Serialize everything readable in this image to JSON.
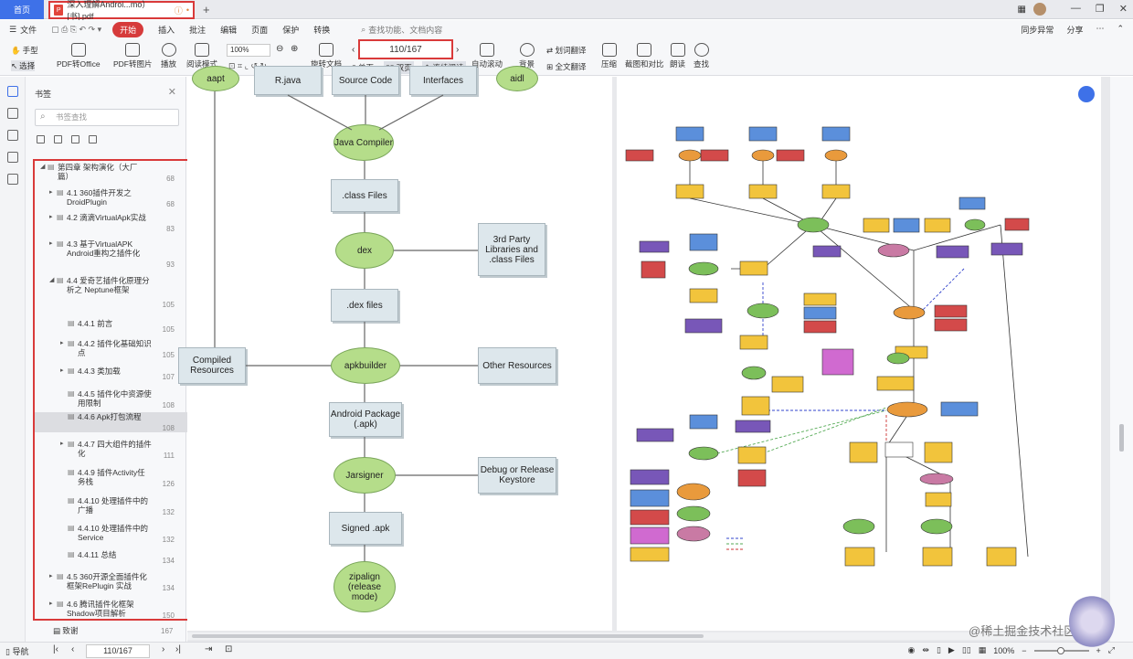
{
  "titlebar": {
    "home_tab": "首页",
    "doc_tab": "深入理解Androi...mo）[书].pdf",
    "doc_tab_badge": "ⓘ"
  },
  "menubar": {
    "file": "文件",
    "start": "开始",
    "items": [
      "插入",
      "批注",
      "编辑",
      "页面",
      "保护",
      "转换"
    ],
    "search_placeholder": "查找功能、文档内容",
    "right": [
      "同步异常",
      "分享"
    ]
  },
  "toolbar": {
    "hand": "手型",
    "select": "选择",
    "pdf_to_office": "PDF转Office",
    "pdf_to_image": "PDF转图片",
    "play": "播放",
    "read_mode": "阅读模式",
    "zoom": "100%",
    "rotate": "旋转文档",
    "single": "单页",
    "double": "双页",
    "continuous": "连续阅读",
    "page_indicator": "110/167",
    "auto_scroll": "自动滚动",
    "background": "背景",
    "translate_word": "划词翻译",
    "translate_all": "全文翻译",
    "compress": "压缩",
    "screenshot": "截图和对比",
    "read_aloud": "朗读",
    "find": "查找"
  },
  "sidebar": {
    "title": "书签",
    "search_placeholder": "书签查找",
    "toc": [
      {
        "label": "第四章 架构演化（大厂篇）",
        "page": "68",
        "indent": 0
      },
      {
        "label": "4.1 360插件开发之DroidPlugin",
        "page": "68",
        "indent": 1
      },
      {
        "label": "4.2 滴滴VirtualApk实战",
        "page": "83",
        "indent": 1
      },
      {
        "label": "4.3 基于VirtualAPK Android重构之插件化",
        "page": "93",
        "indent": 1
      },
      {
        "label": "4.4 爱奇艺插件化原理分析之 Neptune框架",
        "page": "105",
        "indent": 1
      },
      {
        "label": "4.4.1 前言",
        "page": "105",
        "indent": 2
      },
      {
        "label": "4.4.2 插件化基础知识点",
        "page": "105",
        "indent": 2
      },
      {
        "label": "4.4.3 类加载",
        "page": "107",
        "indent": 2
      },
      {
        "label": "4.4.5 插件化中资源使用限制",
        "page": "108",
        "indent": 2
      },
      {
        "label": "4.4.6 Apk打包流程",
        "page": "108",
        "indent": 2
      },
      {
        "label": "4.4.7 四大组件的插件化",
        "page": "111",
        "indent": 2
      },
      {
        "label": "4.4.9 插件Activity任务栈",
        "page": "126",
        "indent": 2
      },
      {
        "label": "4.4.10 处理插件中的广播",
        "page": "132",
        "indent": 2
      },
      {
        "label": "4.4.10 处理插件中的Service",
        "page": "132",
        "indent": 2
      },
      {
        "label": "4.4.11 总结",
        "page": "134",
        "indent": 2
      },
      {
        "label": "4.5 360开源全面插件化框架RePlugin 实战",
        "page": "134",
        "indent": 1
      },
      {
        "label": "4.6 腾讯插件化框架Shadow项目解析",
        "page": "150",
        "indent": 1
      }
    ],
    "after_label": "致谢",
    "after_page": "167"
  },
  "doc_left": {
    "aapt": "aapt",
    "rjava": "R.java",
    "source_code": "Source Code",
    "interfaces": "Interfaces",
    "aidl": "aidl",
    "java_compiler": "Java Compiler",
    "class_files": ".class Files",
    "dex": "dex",
    "third_party": "3rd Party Libraries and .class Files",
    "dex_files": ".dex files",
    "compiled_resources": "Compiled Resources",
    "apkbuilder": "apkbuilder",
    "other_resources": "Other Resources",
    "android_package": "Android Package (.apk)",
    "jarsigner": "Jarsigner",
    "debug_release": "Debug or Release Keystore",
    "signed_apk": "Signed .apk",
    "zipalign": "zipalign (release mode)"
  },
  "statusbar": {
    "nav": "导航",
    "page": "110/167",
    "zoom": "100%"
  },
  "watermark": "@稀土掘金技术社区"
}
